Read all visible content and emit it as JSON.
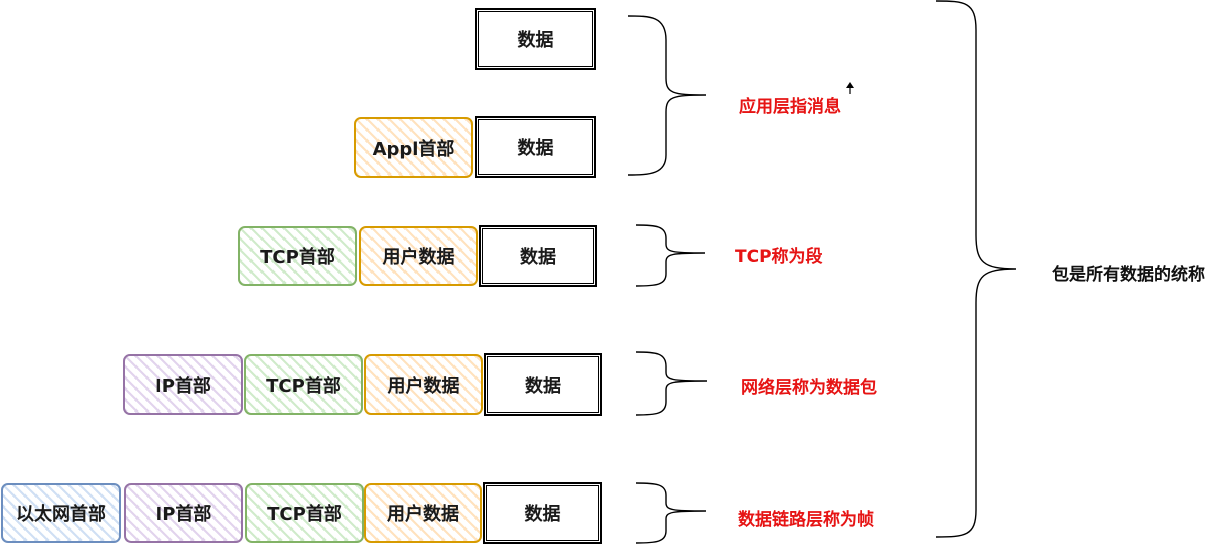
{
  "rows": [
    {
      "labels": [
        "数据"
      ]
    },
    {
      "labels": [
        "Appl首部",
        "数据"
      ]
    },
    {
      "labels": [
        "TCP首部",
        "用户数据",
        "数据"
      ]
    },
    {
      "labels": [
        "IP首部",
        "TCP首部",
        "用户数据",
        "数据"
      ]
    },
    {
      "labels": [
        "以太网首部",
        "IP首部",
        "TCP首部",
        "用户数据",
        "数据"
      ]
    }
  ],
  "annotations": {
    "application": "应用层指消息",
    "tcp": "TCP称为段",
    "network": "网络层称为数据包",
    "datalink": "数据链路层称为帧",
    "packet_general": "包是所有数据的统称"
  },
  "colors": {
    "application_header": "#d79b00",
    "tcp_header": "#82b366",
    "ip_header": "#9673a6",
    "ethernet_header": "#6c8ebf",
    "data": "#000000",
    "annotation_red": "#e61414"
  }
}
